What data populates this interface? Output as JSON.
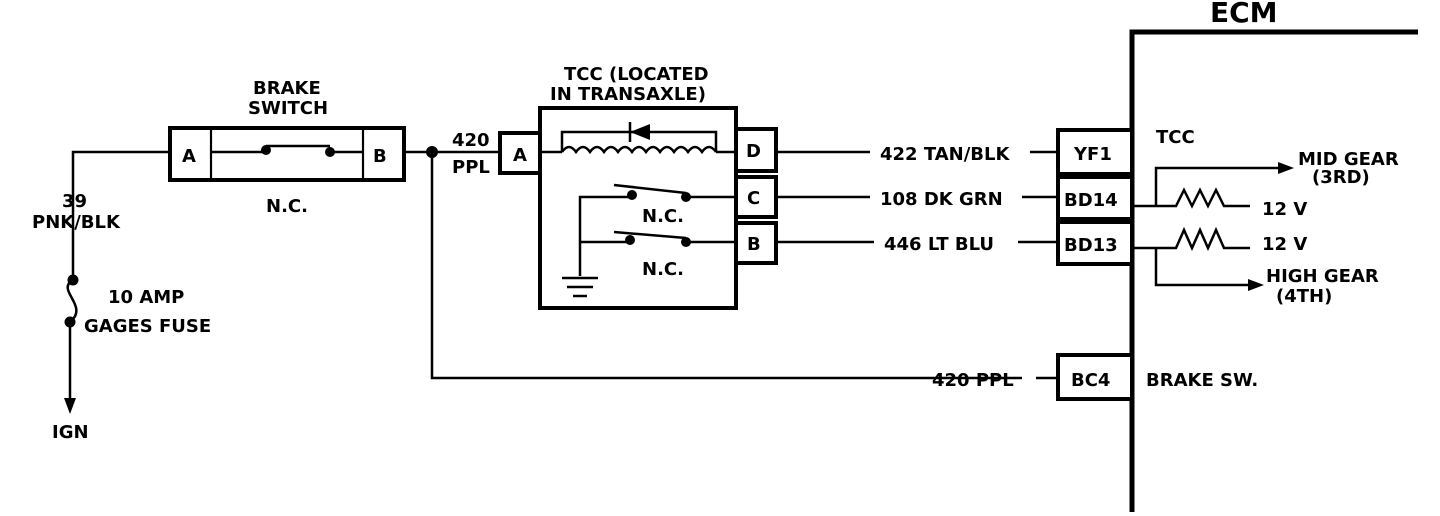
{
  "ecm": {
    "title": "ECM",
    "pins": {
      "yf1": "YF1",
      "bd14": "BD14",
      "bd13": "BD13",
      "bc4": "BC4"
    },
    "labels": {
      "tcc": "TCC",
      "mid_gear_1": "MID GEAR",
      "mid_gear_2": "(3RD)",
      "high_gear_1": "HIGH GEAR",
      "high_gear_2": "(4TH)",
      "volt_a": "12 V",
      "volt_b": "12 V",
      "brake_sw": "BRAKE SW."
    }
  },
  "brake_switch": {
    "title_1": "BRAKE",
    "title_2": "SWITCH",
    "pin_a": "A",
    "pin_b": "B",
    "state": "N.C."
  },
  "tcc": {
    "title_1": "TCC (LOCATED",
    "title_2": "IN TRANSAXLE)",
    "pin_a": "A",
    "pin_b": "B",
    "pin_c": "C",
    "pin_d": "D",
    "switch_1_state": "N.C.",
    "switch_2_state": "N.C."
  },
  "wires": {
    "w420_num": "420",
    "w420_color": "PPL",
    "w422": "422  TAN/BLK",
    "w108": "108  DK GRN",
    "w446": "446  LT BLU",
    "w420_bottom": "420  PPL",
    "w39_num": "39",
    "w39_color": "PNK/BLK"
  },
  "fuse": {
    "label_1": "10 AMP",
    "label_2": "GAGES FUSE"
  },
  "ign": {
    "label": "IGN"
  }
}
